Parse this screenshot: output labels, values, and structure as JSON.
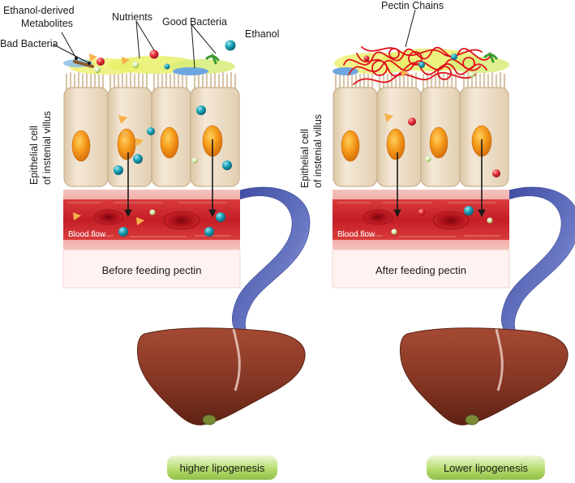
{
  "labels": {
    "ethanol_derived": [
      "Ethanol-derived",
      "Metabolites"
    ],
    "nutrients": "Nutrients",
    "good_bacteria": "Good Bacteria",
    "bad_bacteria": "Bad Bacteria",
    "ethanol": "Ethanol",
    "pectin_chains": "Pectin Chains"
  },
  "epithelial_label": [
    "Epithelial cell",
    "of instenial villus"
  ],
  "blood_flow": "Blood flow",
  "panels": {
    "before": "Before feeding pectin",
    "after": "After feeding pectin"
  },
  "outcomes": {
    "higher": "higher lipogenesis",
    "lower": "Lower lipogenesis"
  },
  "colors": {
    "cell_fill": "#ecdcc4",
    "nucleus": "#f08a1c",
    "vessel": "#c8202c",
    "rbc": "#a8101c",
    "vein": "#4a57a8",
    "liver": "#8a3a2a",
    "pectin": "#e0101c",
    "pill": "#b6dc6a"
  }
}
